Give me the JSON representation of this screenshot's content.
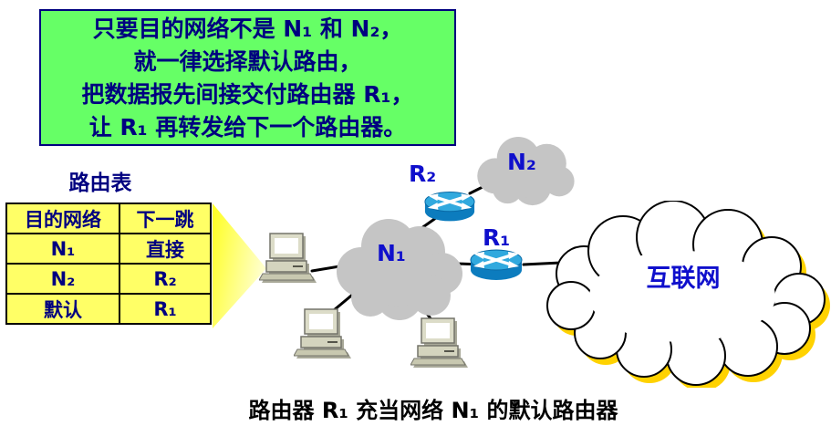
{
  "note_box": {
    "lines": [
      "只要目的网络不是 N₁ 和 N₂，",
      "就一律选择默认路由，",
      "把数据报先间接交付路由器 R₁，",
      "让 R₁ 再转发给下一个路由器。"
    ],
    "bg_color": "#66FF66",
    "border_color": "#000080",
    "text_color": "#000080"
  },
  "routing_table": {
    "title": "路由表",
    "headers": [
      "目的网络",
      "下一跳"
    ],
    "rows": [
      [
        "N₁",
        "直接"
      ],
      [
        "N₂",
        "R₂"
      ],
      [
        "默认",
        "R₁"
      ]
    ],
    "bg_color": "#FFFF66",
    "border_color": "#000000",
    "text_color": "#000080"
  },
  "diagram": {
    "network_n1_label": "N₁",
    "network_n2_label": "N₂",
    "internet_label": "互联网",
    "router_r1_label": "R₁",
    "router_r2_label": "R₂",
    "label_color": "#0F0FCC",
    "gray_cloud_color": "#C5C5C5",
    "router_color": "#0C7CBE",
    "internet_cloud_shadow_color": "#FFD200",
    "beam_color": "#FFFF29"
  },
  "caption": {
    "text": "路由器 R₁ 充当网络 N₁ 的默认路由器",
    "text_color": "#000000"
  }
}
